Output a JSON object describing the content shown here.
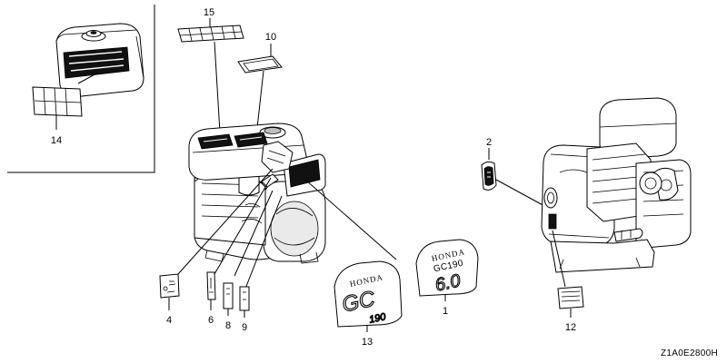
{
  "callouts": {
    "c1": "1",
    "c2": "2",
    "c4": "4",
    "c6": "6",
    "c8": "8",
    "c9": "9",
    "c10": "10",
    "c12": "12",
    "c13": "13",
    "c14": "14",
    "c15": "15"
  },
  "decals": {
    "brand": "HONDA",
    "model": "GC190",
    "power": "6.0",
    "gc": "GC",
    "displacement": "190"
  },
  "diagram_code": "Z1A0E2800H"
}
